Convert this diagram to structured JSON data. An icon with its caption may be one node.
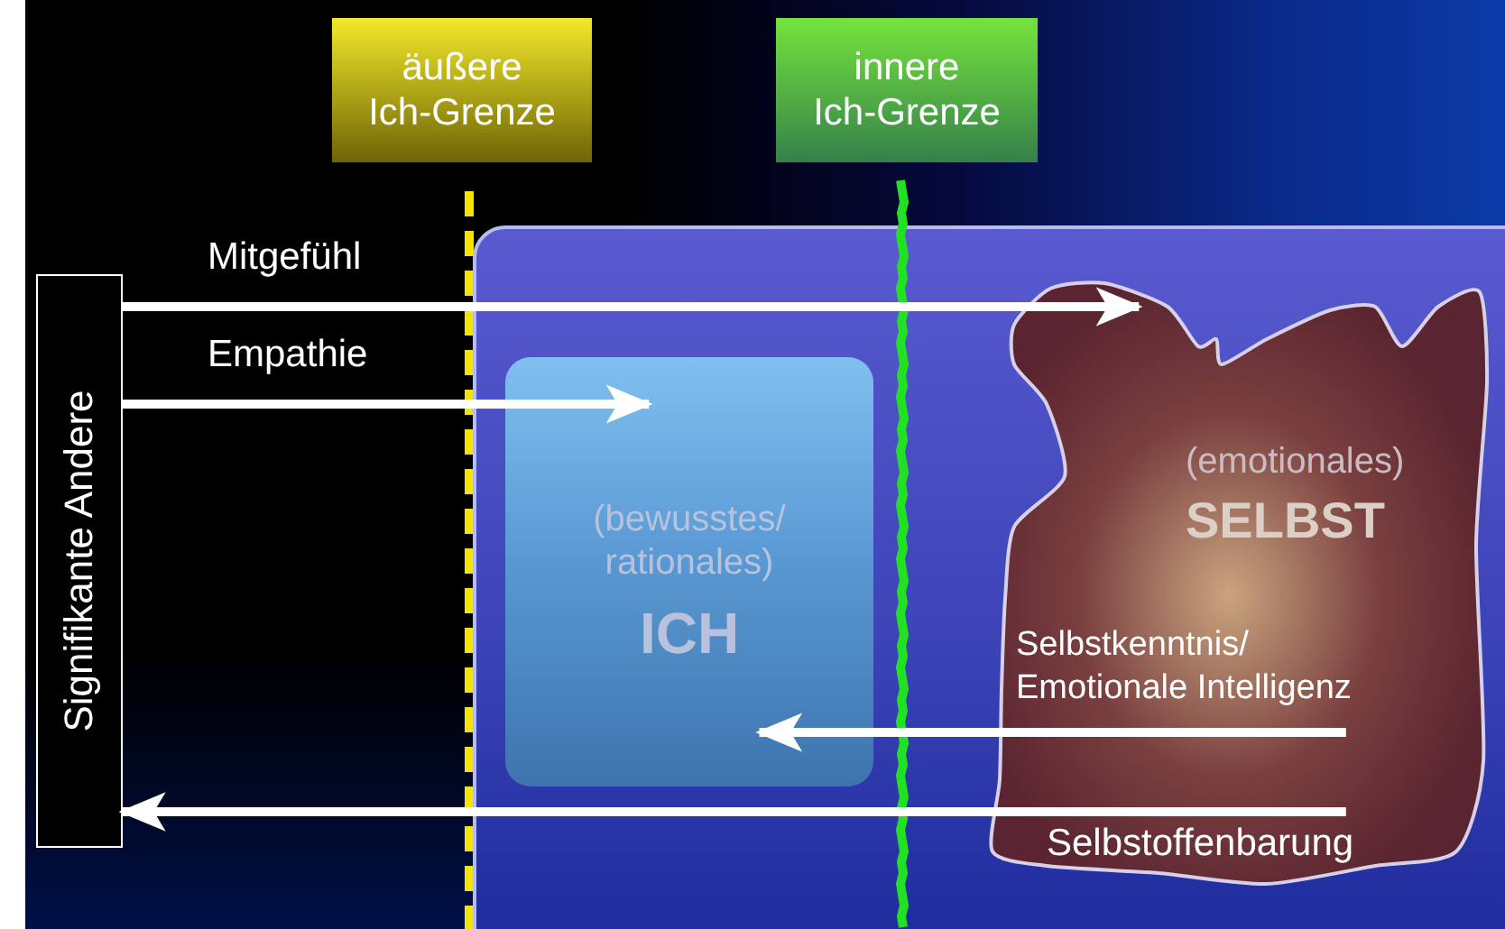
{
  "diagram": {
    "nodes": [
      {
        "text": [
          "äußere Ich-Grenze"
        ]
      },
      {
        "text": [
          "innere Ich-Grenze"
        ]
      },
      {
        "text": [
          "Signifikante Andere"
        ]
      },
      {
        "text": [],
        "shape": "box"
      },
      {
        "text": [
          "(bewusstes/ rationales)",
          "ICH"
        ],
        "in": 3
      },
      {
        "text": [
          "(emotionales)",
          "SELBST"
        ],
        "in": 3
      }
    ],
    "edges": [
      {
        "from": 2,
        "to": 4,
        "arrow": "to",
        "label": "Empathie"
      },
      {
        "from": 2,
        "to": 5,
        "arrow": "to",
        "label": "Mitgefühl"
      },
      {
        "from": 5,
        "to": 4,
        "arrow": "to",
        "label": "Selbstkenntnis/ Emotionale Intelligenz"
      },
      {
        "from": 5,
        "to": 2,
        "arrow": "to",
        "label": "Selbstoffenbarung"
      }
    ]
  }
}
